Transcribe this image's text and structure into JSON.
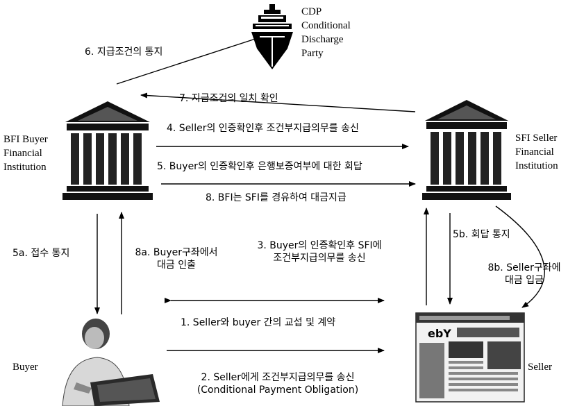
{
  "nodes": {
    "cdp": {
      "line1": "CDP",
      "line2": "Conditional",
      "line3": "Discharge",
      "line4": "Party"
    },
    "bfi": {
      "line1": "BFI Buyer",
      "line2": "Financial",
      "line3": "Institution"
    },
    "sfi": {
      "line1": "SFI Seller",
      "line2": "Financial",
      "line3": "Institution"
    },
    "buyer": "Buyer",
    "seller": "Seller"
  },
  "steps": {
    "s6": "6. 지급조건의 통지",
    "s7": "7. 지급조건의 일치 확인",
    "s4": "4. Seller의 인증확인후 조건부지급의무를 송신",
    "s5": "5. Buyer의 인증확인후 은행보증여부에 대한 회답",
    "s8": "8. BFI는 SFI를 경유하여 대금지급",
    "s5a": "5a. 접수 통지",
    "s8a": "8a. Buyer구좌에서\n대금 인출",
    "s3": "3. Buyer의 인증확인후 SFI에\n조건부지급의무를 송신",
    "s5b": "5b. 회답 통지",
    "s8b": "8b. Seller구좌에\n대금 입금",
    "s1": "1. Seller와 buyer 간의 교섭 및 계약",
    "s2": "2. Seller에게 조건부지급의무를 송신\n(Conditional Payment Obligation)"
  },
  "icons": {
    "ship": "ship-icon",
    "bank": "bank-icon",
    "buyer": "person-laptop-icon",
    "seller": "website-screenshot-icon"
  }
}
